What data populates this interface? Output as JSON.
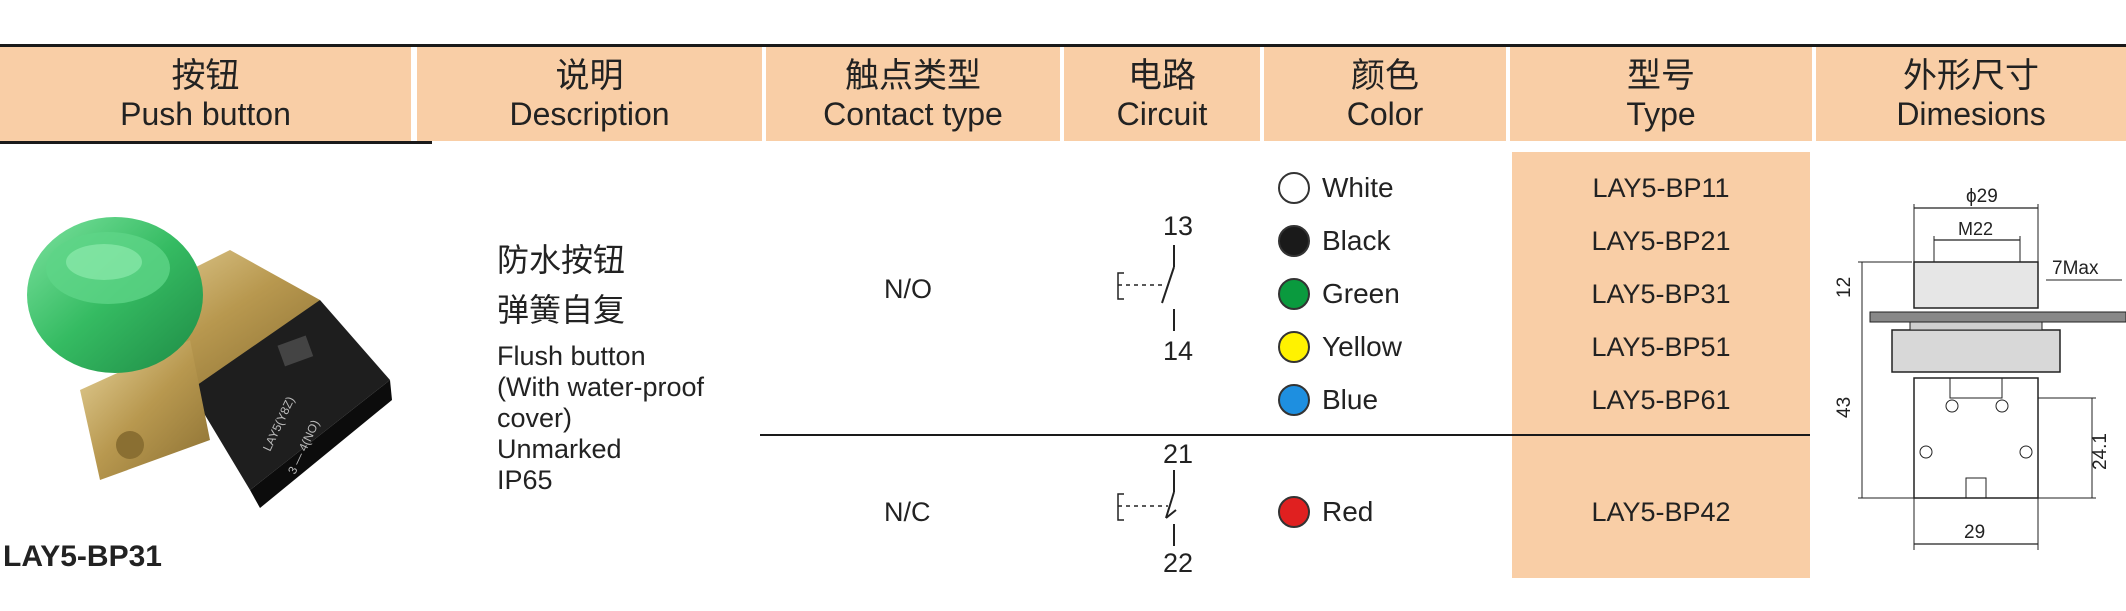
{
  "header": {
    "columns": [
      {
        "cn": "按钮",
        "en": "Push button"
      },
      {
        "cn": "说明",
        "en": "Description"
      },
      {
        "cn": "触点类型",
        "en": "Contact type"
      },
      {
        "cn": "电路",
        "en": "Circuit"
      },
      {
        "cn": "颜色",
        "en": "Color"
      },
      {
        "cn": "型号",
        "en": "Type"
      },
      {
        "cn": "外形尺寸",
        "en": "Dimesions"
      }
    ]
  },
  "product": {
    "label": "LAY5-BP31",
    "colors": {
      "cap": "#3fc36e",
      "body": "#1e1e1e",
      "metal": "#c8ad6a"
    },
    "body_print": {
      "model": "LAY5(Y8Z)",
      "contacts": "3 — 4(NO)"
    }
  },
  "description": {
    "cn_lines": [
      "防水按钮",
      "弹簧自复"
    ],
    "en_lines": [
      "Flush button",
      "(With water-proof",
      "cover)",
      "Unmarked",
      "IP65"
    ]
  },
  "contacts": [
    {
      "type": "N/O",
      "terminals": [
        "13",
        "14"
      ],
      "colors": [
        {
          "name": "White",
          "hex": "#ffffff",
          "model": "LAY5-BP11"
        },
        {
          "name": "Black",
          "hex": "#1a1a1a",
          "model": "LAY5-BP21"
        },
        {
          "name": "Green",
          "hex": "#0a9a3e",
          "model": "LAY5-BP31"
        },
        {
          "name": "Yellow",
          "hex": "#fff200",
          "model": "LAY5-BP51"
        },
        {
          "name": "Blue",
          "hex": "#1e8fe0",
          "model": "LAY5-BP61"
        }
      ]
    },
    {
      "type": "N/C",
      "terminals": [
        "21",
        "22"
      ],
      "colors": [
        {
          "name": "Red",
          "hex": "#e02020",
          "model": "LAY5-BP42"
        }
      ]
    }
  ],
  "dimensions": {
    "phi": "ϕ29",
    "thread": "M22",
    "max": "7Max",
    "h_top": "12",
    "h_total": "43",
    "h_body": "24.1",
    "w_base": "29"
  },
  "theme": {
    "header_bg": "#f9cea6"
  }
}
